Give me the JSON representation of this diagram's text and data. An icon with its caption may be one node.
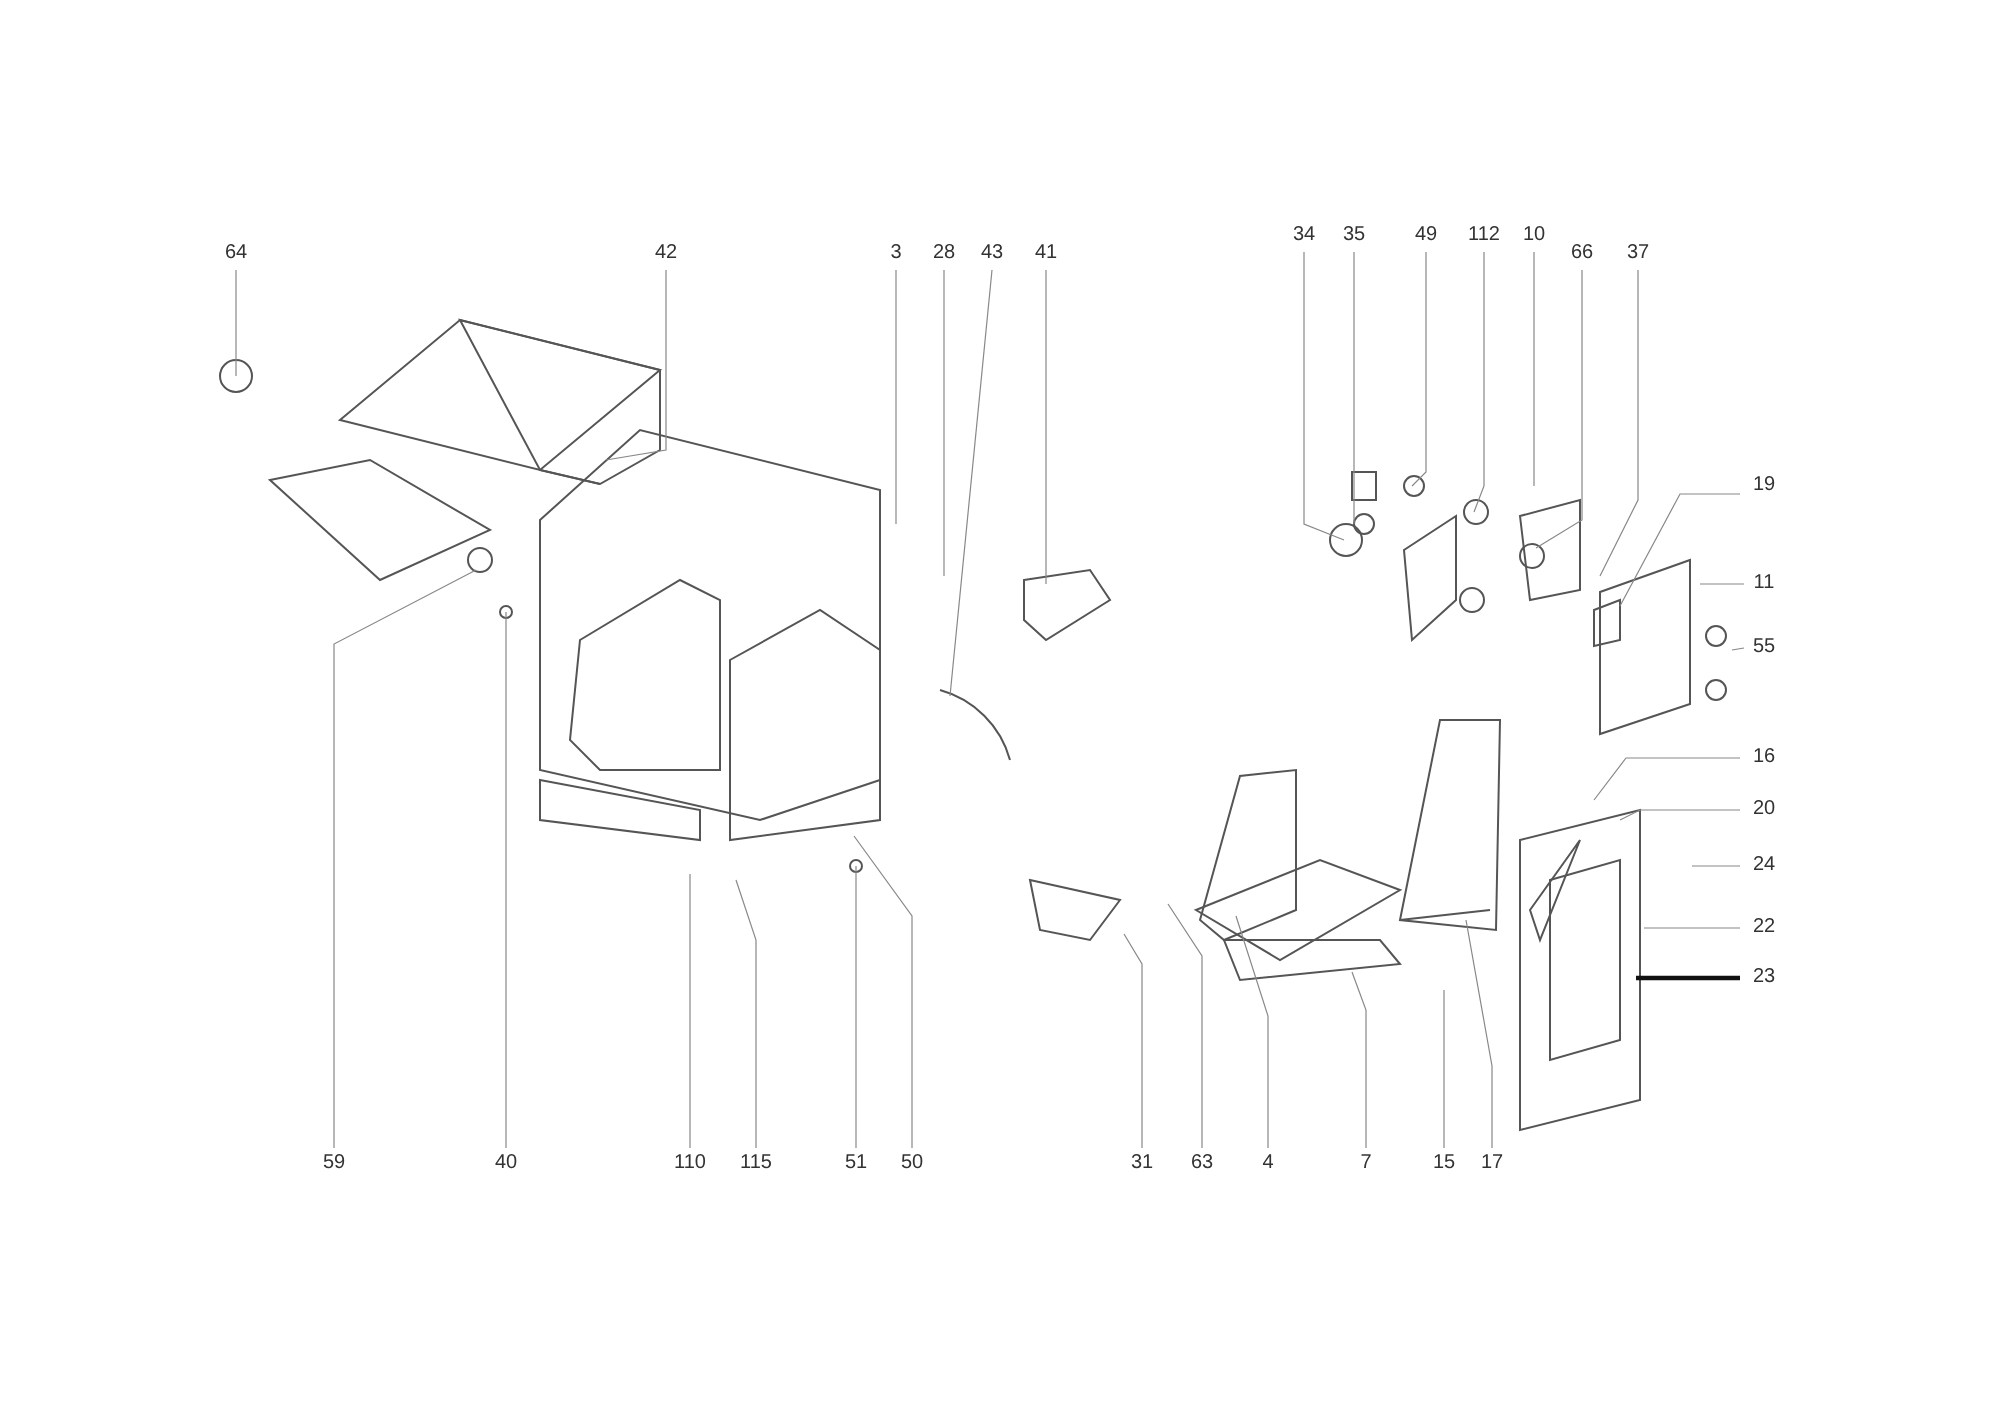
{
  "diagram": {
    "nodes": [
      {
        "text": [
          "64"
        ]
      },
      {
        "text": [
          "42"
        ]
      },
      {
        "text": [
          "3"
        ]
      },
      {
        "text": [
          "28"
        ]
      },
      {
        "text": [
          "43"
        ]
      },
      {
        "text": [
          "41"
        ]
      },
      {
        "text": [
          "34"
        ]
      },
      {
        "text": [
          "35"
        ]
      },
      {
        "text": [
          "49"
        ]
      },
      {
        "text": [
          "112"
        ]
      },
      {
        "text": [
          "10"
        ]
      },
      {
        "text": [
          "66"
        ]
      },
      {
        "text": [
          "37"
        ]
      },
      {
        "text": [
          "19"
        ]
      },
      {
        "text": [
          "11"
        ]
      },
      {
        "text": [
          "55"
        ]
      },
      {
        "text": [
          "16"
        ]
      },
      {
        "text": [
          "20"
        ]
      },
      {
        "text": [
          "24"
        ]
      },
      {
        "text": [
          "22"
        ]
      },
      {
        "text": [
          "23"
        ]
      },
      {
        "text": [
          "59"
        ]
      },
      {
        "text": [
          "40"
        ]
      },
      {
        "text": [
          "110"
        ]
      },
      {
        "text": [
          "115"
        ]
      },
      {
        "text": [
          "51"
        ]
      },
      {
        "text": [
          "50"
        ]
      },
      {
        "text": [
          "31"
        ]
      },
      {
        "text": [
          "63"
        ]
      },
      {
        "text": [
          "4"
        ]
      },
      {
        "text": [
          "7"
        ]
      },
      {
        "text": [
          "15"
        ]
      },
      {
        "text": [
          "17"
        ]
      }
    ],
    "edges": [
      {
        "from": 0,
        "to": null,
        "arrow": "none"
      },
      {
        "from": 1,
        "to": null,
        "arrow": "none"
      },
      {
        "from": 2,
        "to": null,
        "arrow": "none"
      },
      {
        "from": 3,
        "to": null,
        "arrow": "none"
      },
      {
        "from": 4,
        "to": null,
        "arrow": "none"
      },
      {
        "from": 5,
        "to": null,
        "arrow": "none"
      },
      {
        "from": 6,
        "to": null,
        "arrow": "none"
      },
      {
        "from": 7,
        "to": null,
        "arrow": "none"
      },
      {
        "from": 8,
        "to": null,
        "arrow": "none"
      },
      {
        "from": 9,
        "to": null,
        "arrow": "none"
      },
      {
        "from": 10,
        "to": null,
        "arrow": "none"
      },
      {
        "from": 11,
        "to": null,
        "arrow": "none"
      },
      {
        "from": 12,
        "to": null,
        "arrow": "none"
      },
      {
        "from": 13,
        "to": null,
        "arrow": "none"
      },
      {
        "from": 14,
        "to": null,
        "arrow": "none"
      },
      {
        "from": 15,
        "to": null,
        "arrow": "none"
      },
      {
        "from": 16,
        "to": null,
        "arrow": "none"
      },
      {
        "from": 17,
        "to": null,
        "arrow": "none"
      },
      {
        "from": 18,
        "to": null,
        "arrow": "none"
      },
      {
        "from": 19,
        "to": null,
        "arrow": "none"
      },
      {
        "from": 20,
        "to": null,
        "arrow": "none",
        "style": "thick",
        "color": "#111111"
      },
      {
        "from": 21,
        "to": null,
        "arrow": "none"
      },
      {
        "from": 22,
        "to": null,
        "arrow": "none"
      },
      {
        "from": 23,
        "to": null,
        "arrow": "none"
      },
      {
        "from": 24,
        "to": null,
        "arrow": "none"
      },
      {
        "from": 25,
        "to": null,
        "arrow": "none"
      },
      {
        "from": 26,
        "to": null,
        "arrow": "none"
      },
      {
        "from": 27,
        "to": null,
        "arrow": "none"
      },
      {
        "from": 28,
        "to": null,
        "arrow": "none"
      },
      {
        "from": 29,
        "to": null,
        "arrow": "none"
      },
      {
        "from": 30,
        "to": null,
        "arrow": "none"
      },
      {
        "from": 31,
        "to": null,
        "arrow": "none"
      },
      {
        "from": 32,
        "to": null,
        "arrow": "none"
      }
    ]
  }
}
